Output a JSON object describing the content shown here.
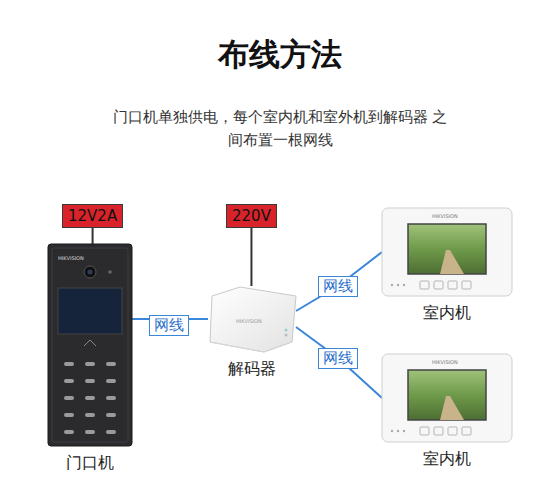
{
  "diagram": {
    "title": "布线方法",
    "nodes": [
      {
        "text": [
          "12V2A"
        ]
      },
      {
        "text": [
          "220V"
        ]
      },
      {
        "text": [
          "门口机"
        ]
      },
      {
        "text": [
          "解码器"
        ]
      },
      {
        "text": [
          "室内机"
        ]
      },
      {
        "text": [
          "室内机"
        ]
      }
    ],
    "edges": [
      {
        "from": 0,
        "to": 2,
        "arrow": "none"
      },
      {
        "from": 1,
        "to": 3,
        "arrow": "none"
      },
      {
        "from": 2,
        "to": 3,
        "label": "网线",
        "arrow": "none"
      },
      {
        "from": 3,
        "to": 4,
        "label": "网线",
        "arrow": "none"
      },
      {
        "from": 3,
        "to": 5,
        "label": "网线",
        "arrow": "none"
      }
    ],
    "labels": [
      "门口机单独供电，每个室内机和室外机到解码器 之间布置一根网线",
      "HIKVISION",
      "HIKVISION",
      "HIKVISION",
      "HIKVISION"
    ]
  }
}
